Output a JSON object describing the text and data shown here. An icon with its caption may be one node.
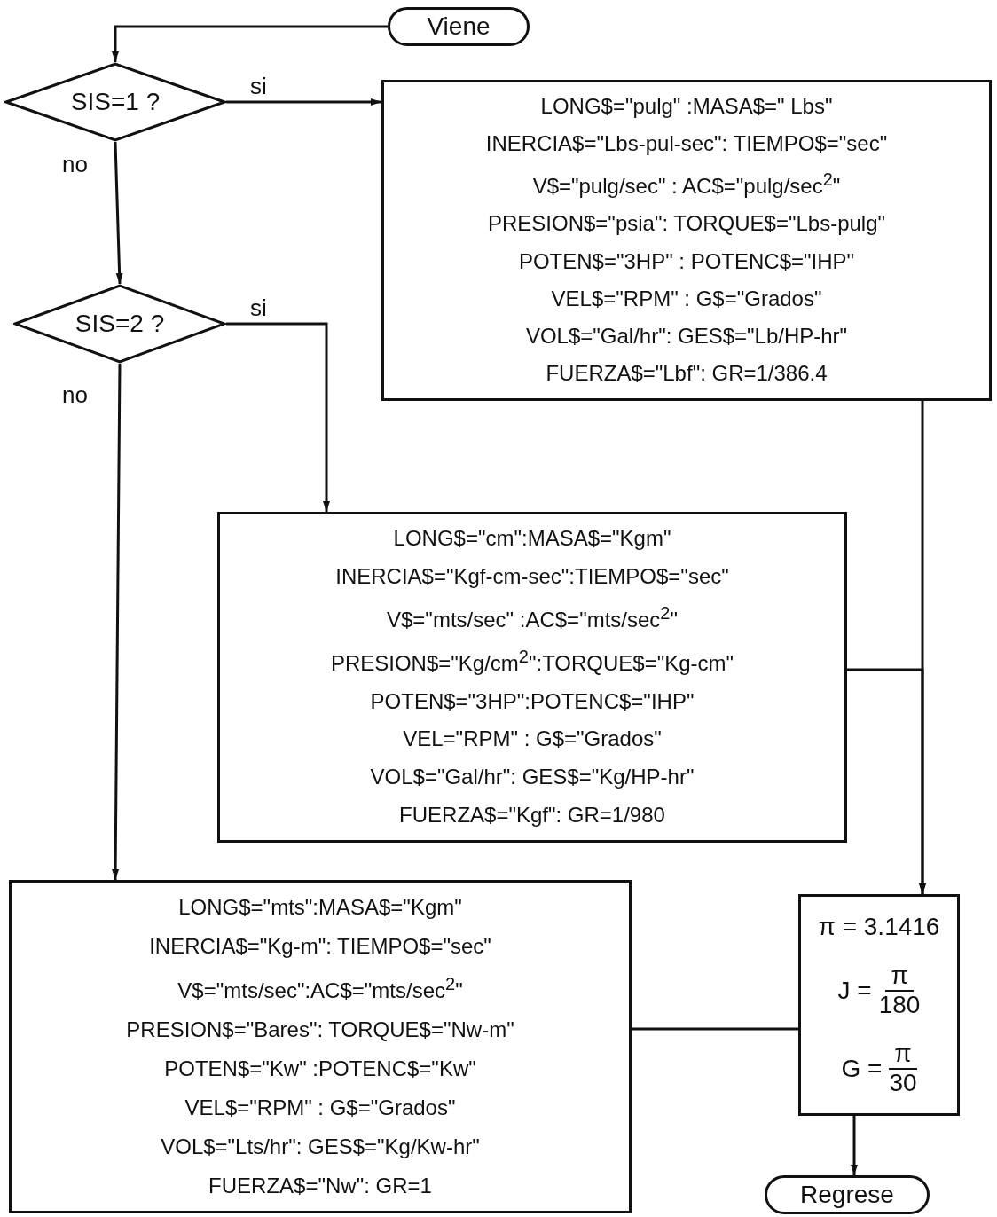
{
  "diagram": {
    "nodes": [
      {
        "text": [
          "Viene"
        ]
      },
      {
        "text": [
          "SIS=1 ?"
        ]
      },
      {
        "text": [
          "LONG$=\"pulg\" :MASA$=\" Lbs\"",
          "INERCIA$=\"Lbs-pul-sec\": TIEMPO$=\"sec\"",
          "V$=\"pulg/sec\" : AC$=\"pulg/sec$^{2}$\"",
          "PRESION$=\"psia\": TORQUE$=\"Lbs-pulg\"",
          "POTEN$=\"3HP\" : POTENC$=\"IHP\"",
          "VEL$=\"RPM\" : G$=\"Grados\"",
          "VOL$=\"Gal/hr\": GES$=\"Lb/HP-hr\"",
          "FUERZA$=\"Lbf\": GR=1/386.4"
        ]
      },
      {
        "text": [
          "SIS=2 ?"
        ]
      },
      {
        "text": [
          "LONG$=\"cm\":MASA$=\"Kgm\"",
          "INERCIA$=\"Kgf-cm-sec\":TIEMPO$=\"sec\"",
          "V$=\"mts/sec\" :AC$=\"mts/sec$^{2}$\"",
          "PRESION$=\"Kg/cm$^{2}$\":TORQUE$=\"Kg-cm\"",
          "POTEN$=\"3HP\":POTENC$=\"IHP\"",
          "VEL=\"RPM\" : G$=\"Grados\"",
          "VOL$=\"Gal/hr\": GES$=\"Kg/HP-hr\"",
          "FUERZA$=\"Kgf\": GR=1/980"
        ]
      },
      {
        "text": [
          "LONG$=\"mts\":MASA$=\"Kgm\"",
          "INERCIA$=\"Kg-m\": TIEMPO$=\"sec\"",
          "V$=\"mts/sec\":AC$=\"mts/sec$^{2}$\"",
          "PRESION$=\"Bares\": TORQUE$=\"Nw-m\"",
          "POTEN$=\"Kw\" :POTENC$=\"Kw\"",
          "VEL$=\"RPM\" : G$=\"Grados\"",
          "VOL$=\"Lts/hr\": GES$=\"Kg/Kw-hr\"",
          "FUERZA$=\"Nw\": GR=1"
        ]
      },
      {
        "text": [
          "π = 3.1416",
          "J =",
          "π",
          "180",
          "G =",
          "π",
          "30"
        ]
      },
      {
        "text": [
          "Regrese"
        ]
      }
    ],
    "edges": [
      {
        "from": 0,
        "to": 1,
        "arrow": "to"
      },
      {
        "from": 1,
        "to": 2,
        "arrow": "to",
        "label": "si"
      },
      {
        "from": 1,
        "to": 3,
        "arrow": "to",
        "label": "no"
      },
      {
        "from": 3,
        "to": 4,
        "arrow": "to",
        "label": "si"
      },
      {
        "from": 3,
        "to": 5,
        "arrow": "to",
        "label": "no"
      },
      {
        "from": 2,
        "to": 6,
        "arrow": "to"
      },
      {
        "from": 4,
        "to": 6,
        "arrow": "to"
      },
      {
        "from": 5,
        "to": 6,
        "arrow": "none"
      },
      {
        "from": 6,
        "to": 7,
        "arrow": "to"
      }
    ]
  }
}
